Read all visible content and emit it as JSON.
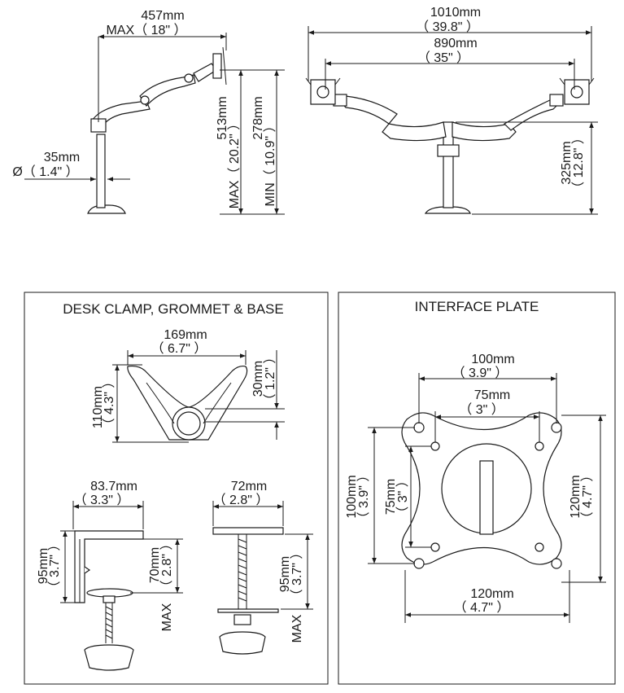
{
  "single_arm": {
    "width": "457mm",
    "width_in": "MAX（ 18\" ）",
    "pole_d": "35mm",
    "pole_d_in": "Ø（ 1.4\" ）",
    "height_max": "513mm",
    "height_max_in": "MAX（ 20.2\" ）",
    "height_min": "278mm",
    "height_min_in": "MIN（ 10.9\" ）"
  },
  "dual_arm": {
    "span": "1010mm",
    "span_in": "（ 39.8\" ）",
    "center": "890mm",
    "center_in": "（ 35\" ）",
    "pole_h": "325mm",
    "pole_h_in": "（ 12.8\" ）"
  },
  "desk_panel": {
    "title": "DESK CLAMP, GROMMET & BASE",
    "base_w": "169mm",
    "base_w_in": "（ 6.7\" ）",
    "base_h": "110mm",
    "base_h_in": "（ 4.3\" ）",
    "base_hole": "30mm",
    "base_hole_in": "（ 1.2\" ）",
    "clamp_w": "83.7mm",
    "clamp_w_in": "（ 3.3\" ）",
    "clamp_h": "95mm",
    "clamp_h_in": "（ 3.7\" ）",
    "clamp_open": "70mm",
    "clamp_open_in": "（ 2.8\" ）",
    "clamp_max": "MAX",
    "grommet_w": "72mm",
    "grommet_w_in": "（ 2.8\" ）",
    "grommet_h": "95mm",
    "grommet_h_in": "（ 3.7\" ）",
    "grommet_max": "MAX"
  },
  "plate_panel": {
    "title": "INTERFACE PLATE",
    "top1": "100mm",
    "top1_in": "（ 3.9\" ）",
    "top2": "75mm",
    "top2_in": "（ 3\" ）",
    "left1": "100mm",
    "left1_in": "（ 3.9\" ）",
    "left2": "75mm",
    "left2_in": "（ 3\" ）",
    "right": "120mm",
    "right_in": "（ 4.7\" ）",
    "bottom": "120mm",
    "bottom_in": "（ 4.7\" ）"
  }
}
